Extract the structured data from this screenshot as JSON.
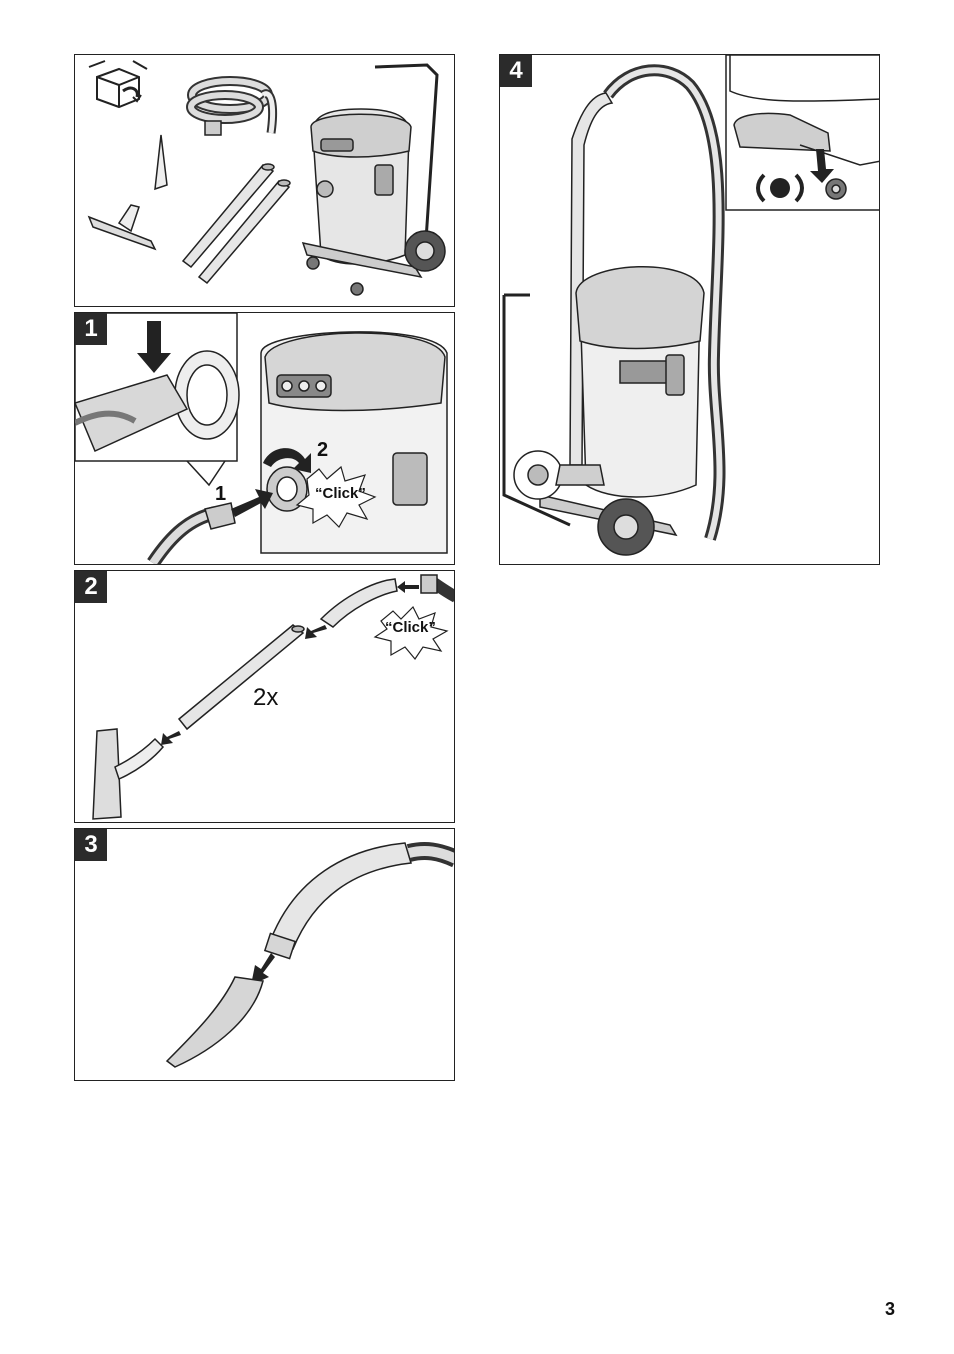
{
  "panels": {
    "contents": {},
    "step1": {
      "badge": "1",
      "label_1": "1",
      "label_2": "2",
      "click": "“Click”"
    },
    "step2": {
      "badge": "2",
      "click": "“Click”",
      "count": "2x"
    },
    "step3": {
      "badge": "3"
    },
    "step4": {
      "badge": "4"
    }
  },
  "page_number": "3",
  "colors": {
    "line": "#222222",
    "badge": "#2b2b2b",
    "fill_light": "#e6e6e6",
    "fill_mid": "#c8c8c8"
  }
}
